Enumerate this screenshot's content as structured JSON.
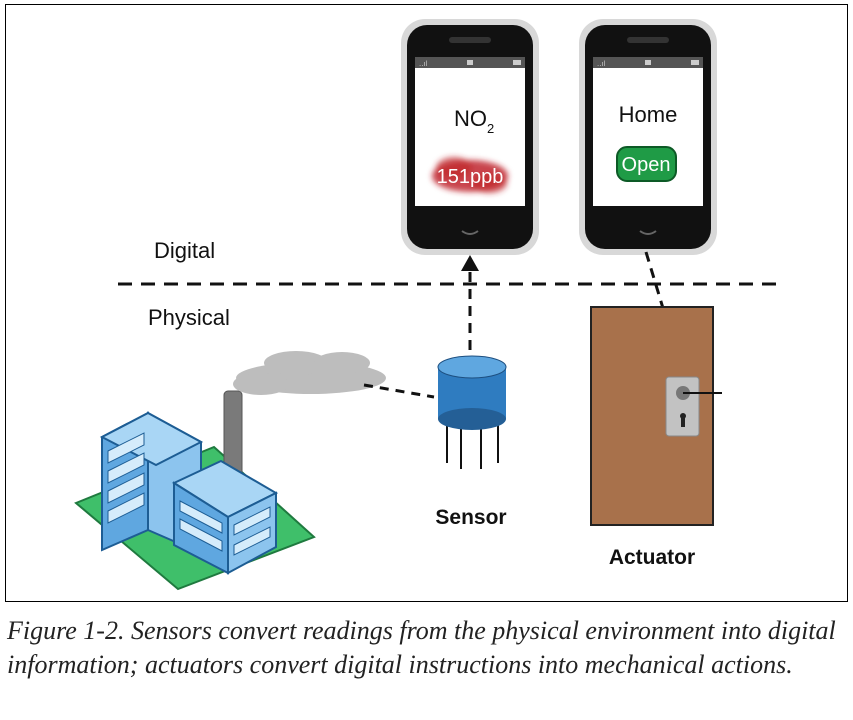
{
  "labels": {
    "digital": "Digital",
    "physical": "Physical",
    "sensor": "Sensor",
    "actuator": "Actuator"
  },
  "phone_left": {
    "title_main": "NO",
    "title_sub": "2",
    "reading": "151ppb"
  },
  "phone_right": {
    "title": "Home",
    "button_label": "Open"
  },
  "caption": {
    "text": "Figure 1-2. Sensors convert readings from the physical environment into digital information; actuators convert digital instructions into mechanical actions."
  },
  "colors": {
    "reading_cloud": "#c0272d",
    "open_button": "#1f9b46",
    "door": "#a8714b",
    "sensor": "#2f7cc0",
    "building": "#5fa7e0",
    "grass": "#3fbf6a",
    "smoke": "#bdbdbd"
  }
}
